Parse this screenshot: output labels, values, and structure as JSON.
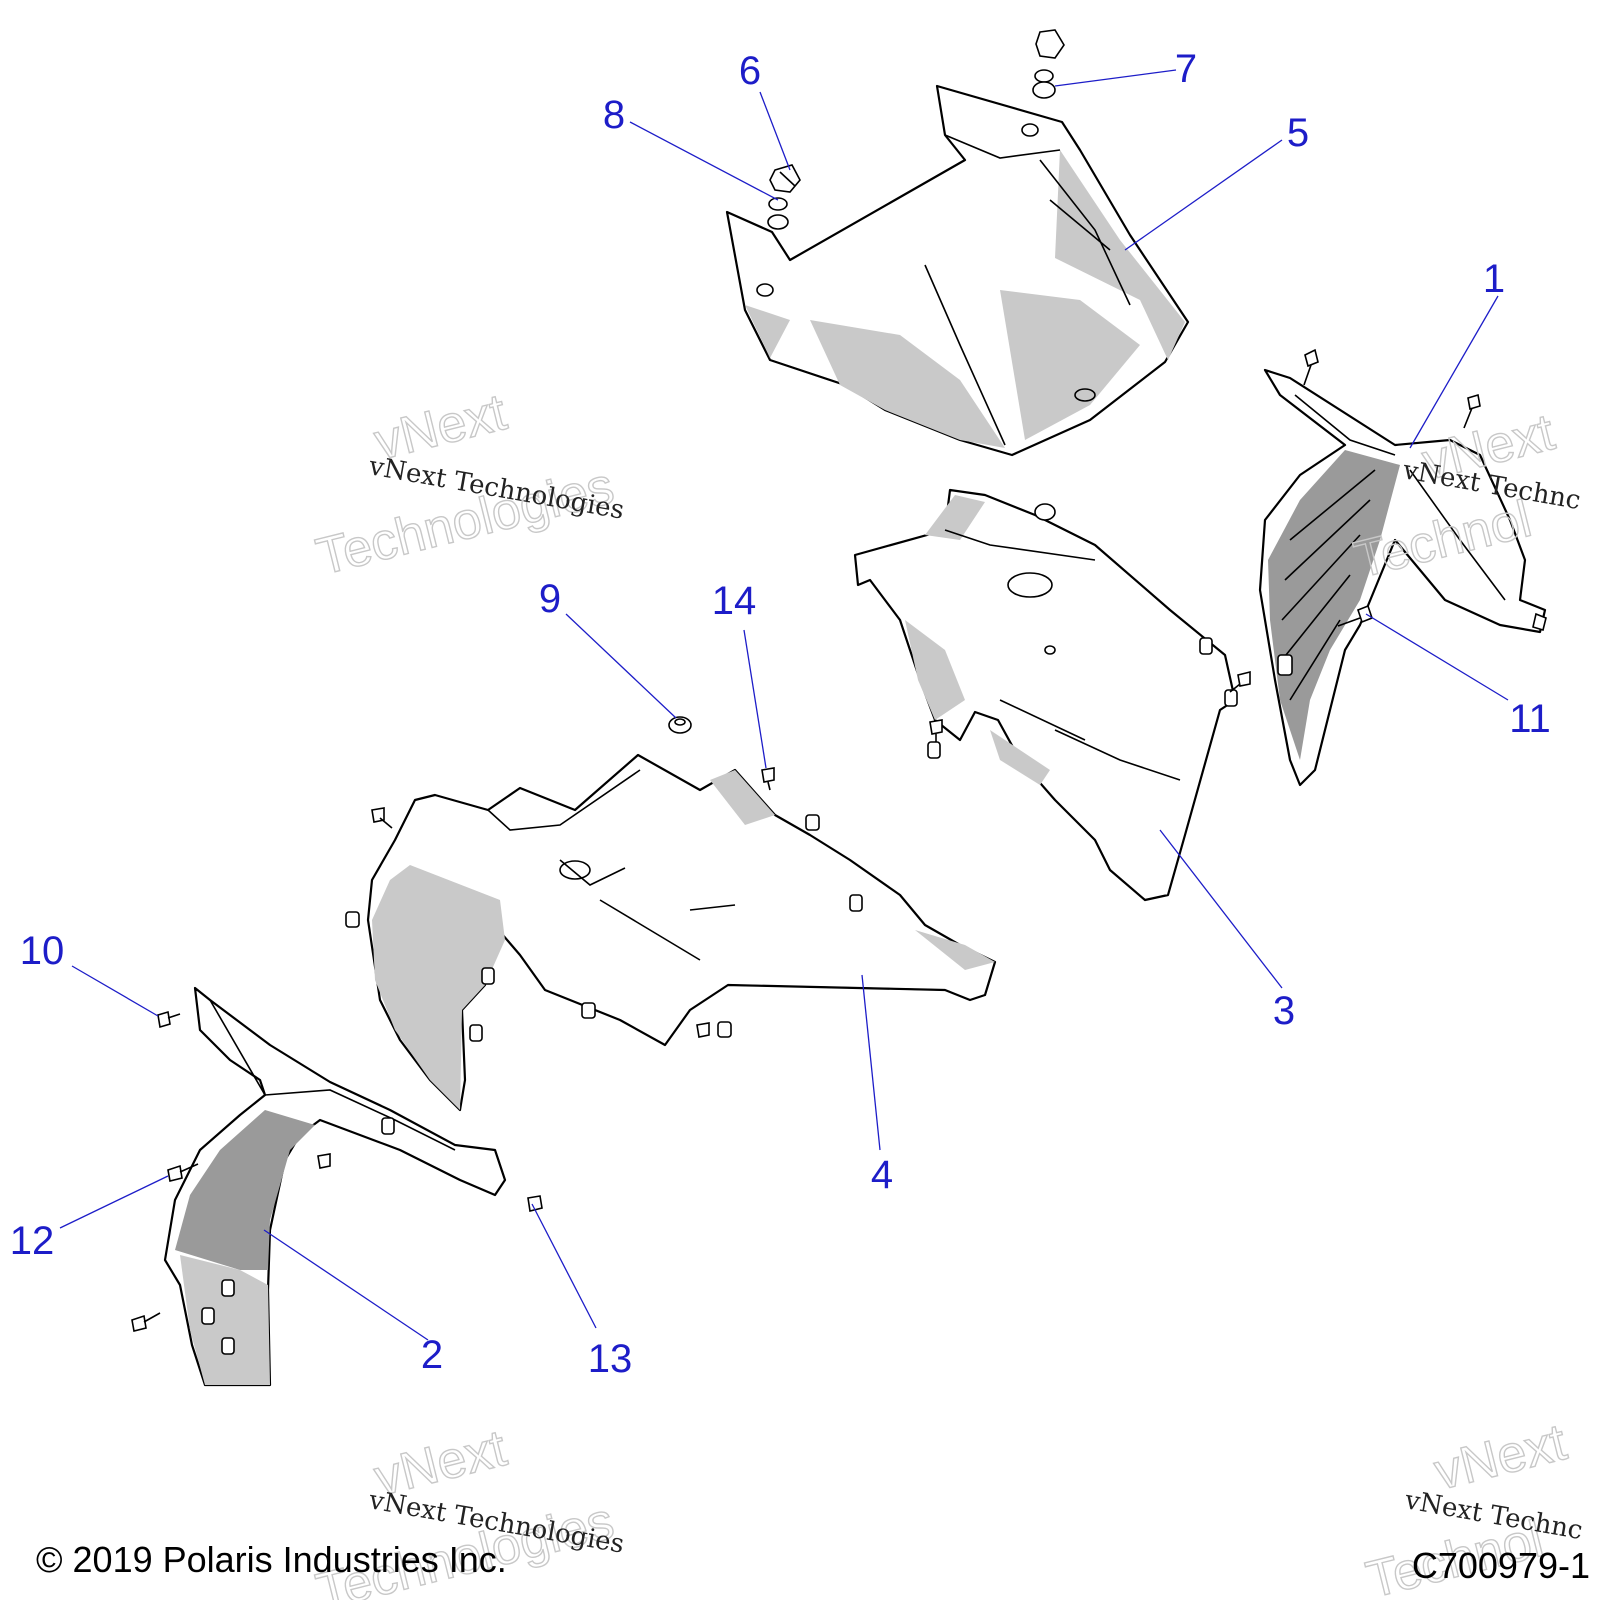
{
  "callouts": [
    "1",
    "2",
    "3",
    "4",
    "5",
    "6",
    "7",
    "8",
    "9",
    "10",
    "11",
    "12",
    "13",
    "14"
  ],
  "watermark": {
    "big_line1": "vNext",
    "big_line2": "Technologies",
    "small": "vNext Technologies",
    "small_cut": "vNext Technc",
    "big_cut1": "vNext",
    "big_cut2": "Technol"
  },
  "footer": {
    "copyright": "© 2019 Polaris Industries Inc.",
    "figure_id": "C700979-1"
  }
}
